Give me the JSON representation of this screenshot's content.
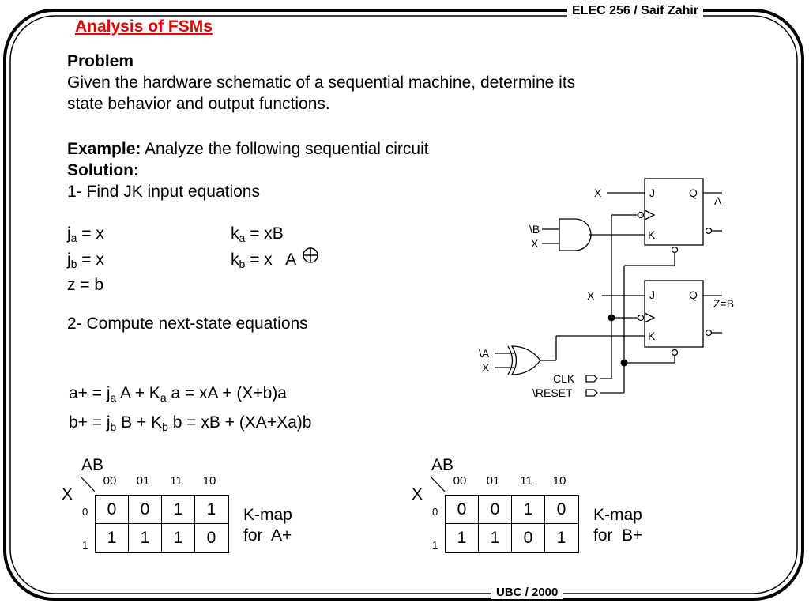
{
  "header": {
    "course": "ELEC 256 / Saif Zahir",
    "footer": "UBC / 2000"
  },
  "title": "Analysis of FSMs",
  "problem": {
    "heading": "Problem",
    "line1": "Given the hardware schematic of a sequential machine, determine its",
    "line2": "state behavior and output functions."
  },
  "example": {
    "label": "Example:",
    "text": " Analyze the following sequential circuit"
  },
  "solution": {
    "label": "Solution:",
    "step1": "1- Find JK input equations",
    "step2": "2- Compute next-state equations"
  },
  "equations": {
    "ja": {
      "base": "j",
      "sub": "a",
      "rhs": " = x"
    },
    "jb": {
      "base": "j",
      "sub": "b",
      "rhs": " = x"
    },
    "z": "z = b",
    "ka": {
      "base": "k",
      "sub": "a",
      "rhs": " = xB"
    },
    "kb": {
      "base": "k",
      "sub": "b",
      "rhs": " = x   A"
    }
  },
  "next_state": {
    "a": {
      "p1": "a+ = j",
      "s1": "a",
      "p2": " A + K",
      "s2": "a",
      "p3": " a = xA + (X+b)a"
    },
    "b": {
      "p1": "b+ = j",
      "s1": "b",
      "p2": " B + K",
      "s2": "b",
      "p3": " b = xB + (XA+Xa)b"
    }
  },
  "circuit": {
    "ff_pins": {
      "j": "J",
      "k": "K",
      "q": "Q"
    },
    "labels": {
      "x_top": "X",
      "out_a": "A",
      "nb": "\\B",
      "x_and": "X",
      "x_mid": "X",
      "zb": "Z=B",
      "na": "\\A",
      "x_xor": "X",
      "clk": "CLK",
      "reset": "\\RESET"
    }
  },
  "kmaps": [
    {
      "ab": "AB",
      "x": "X",
      "cols": [
        "00",
        "01",
        "11",
        "10"
      ],
      "rows": [
        "0",
        "1"
      ],
      "cells": [
        [
          "0",
          "0",
          "1",
          "1"
        ],
        [
          "1",
          "1",
          "1",
          "0"
        ]
      ],
      "caption1": "K-map",
      "caption2": "for  A+"
    },
    {
      "ab": "AB",
      "x": "X",
      "cols": [
        "00",
        "01",
        "11",
        "10"
      ],
      "rows": [
        "0",
        "1"
      ],
      "cells": [
        [
          "0",
          "0",
          "1",
          "0"
        ],
        [
          "1",
          "1",
          "0",
          "1"
        ]
      ],
      "caption1": "K-map",
      "caption2": "for  B+"
    }
  ]
}
